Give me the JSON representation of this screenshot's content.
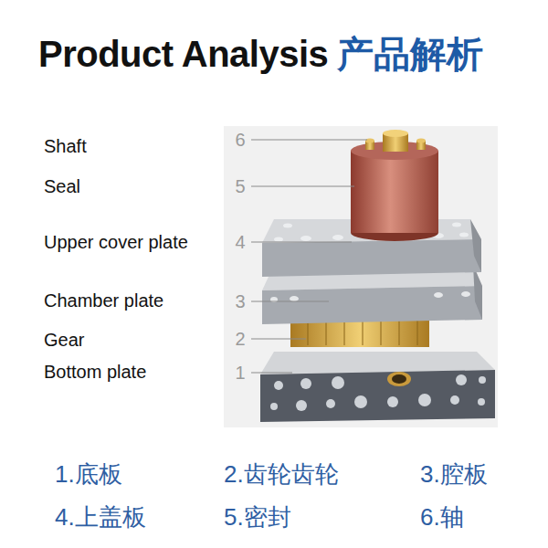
{
  "diagram": {
    "title": "Product Analysis",
    "labels": [
      "产品解析",
      "Shaft",
      "6",
      "Seal",
      "5",
      "Upper cover plate",
      "4",
      "Chamber plate",
      "3",
      "Gear",
      "2",
      "Bottom plate",
      "1",
      "1.底板",
      "2.齿轮齿轮",
      "3.腔板",
      "4.上盖板",
      "5.密封",
      "6.轴"
    ]
  }
}
